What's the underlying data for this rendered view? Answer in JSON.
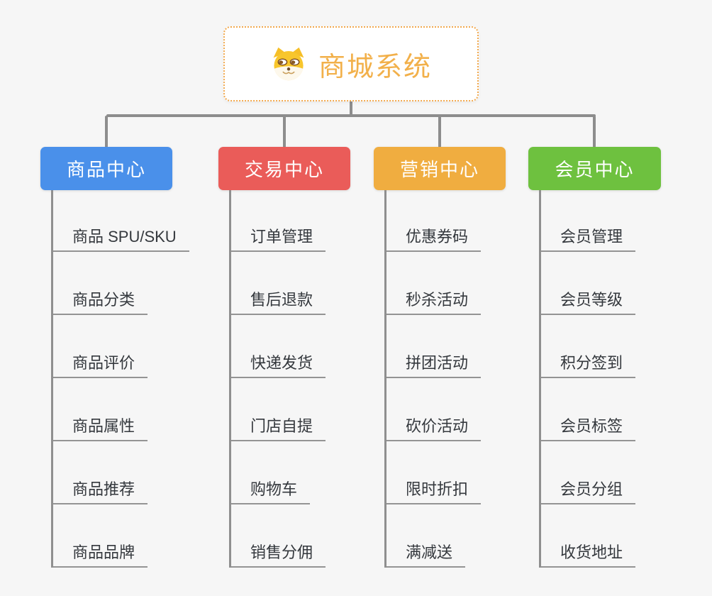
{
  "root": {
    "title": "商城系统",
    "icon": "dog-face-icon",
    "title_color": "#f2b04a",
    "border_color": "#f2a94e"
  },
  "connector_color": "#8d8d8d",
  "branches": [
    {
      "label": "商品中心",
      "color": "#4a90ea",
      "children": [
        "商品 SPU/SKU",
        "商品分类",
        "商品评价",
        "商品属性",
        "商品推荐",
        "商品品牌"
      ]
    },
    {
      "label": "交易中心",
      "color": "#ea5c59",
      "children": [
        "订单管理",
        "售后退款",
        "快递发货",
        "门店自提",
        "购物车",
        "销售分佣"
      ]
    },
    {
      "label": "营销中心",
      "color": "#f0ad40",
      "children": [
        "优惠券码",
        "秒杀活动",
        "拼团活动",
        "砍价活动",
        "限时折扣",
        "满减送"
      ]
    },
    {
      "label": "会员中心",
      "color": "#6ec13f",
      "children": [
        "会员管理",
        "会员等级",
        "积分签到",
        "会员标签",
        "会员分组",
        "收货地址"
      ]
    }
  ]
}
